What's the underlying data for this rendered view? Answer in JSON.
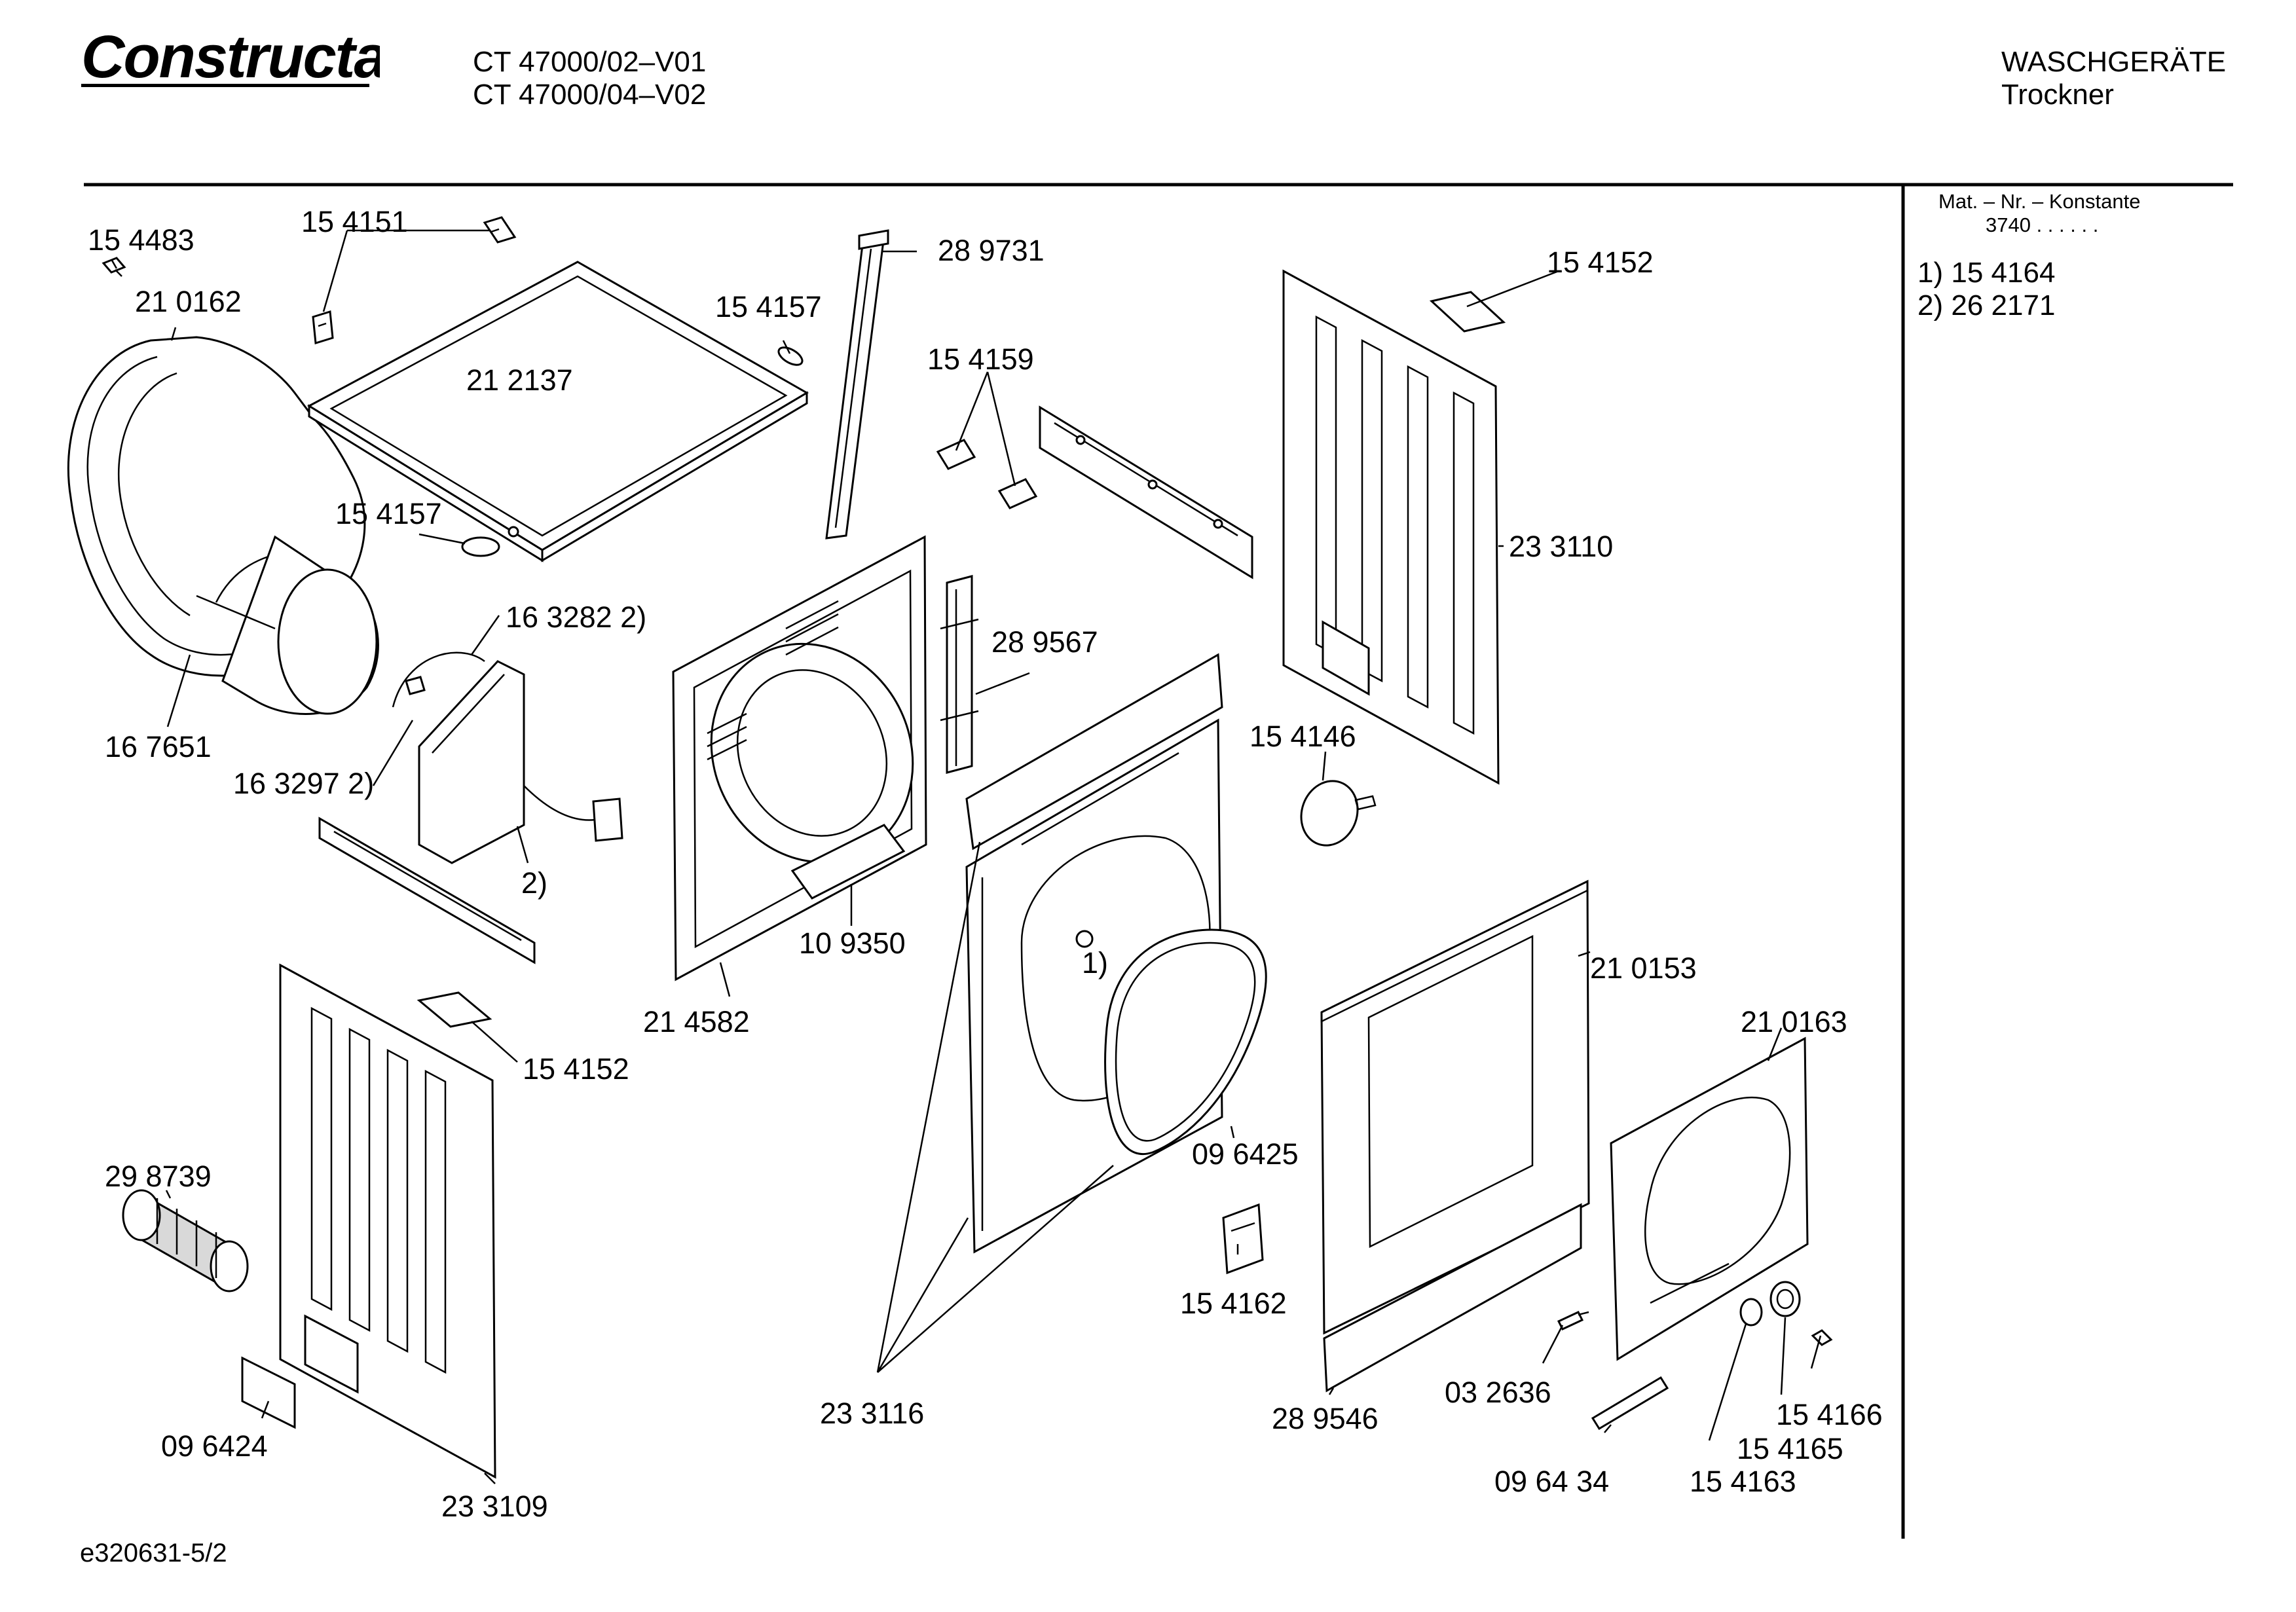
{
  "header": {
    "brand": "Constructa",
    "model_line_1": "CT 47000/02–V01",
    "model_line_2": "CT 47000/04–V02",
    "category": "WASCHGERÄTE",
    "subcategory": "Trockner"
  },
  "sidebar": {
    "mat_nr_label": "Mat. – Nr. – Konstante",
    "mat_nr_value": "3740 . . . . . .",
    "notes": [
      {
        "key": "1)",
        "value": "15 4164"
      },
      {
        "key": "2)",
        "value": "26 2171"
      }
    ]
  },
  "footer": {
    "doc_id": "e320631-5/2"
  },
  "labels": {
    "p154483": "15 4483",
    "p154151": "15 4151",
    "p210162": "21 0162",
    "p212137": "21 2137",
    "p154157a": "15 4157",
    "p154157b": "15 4157",
    "p289731": "28 9731",
    "p154159": "15 4159",
    "p154152a": "15 4152",
    "p233110": "23 3110",
    "p1632822": "16 3282 2)",
    "p167651": "16 7651",
    "p1632972": "16 3297 2)",
    "p2a": "2)",
    "p289567": "28 9567",
    "p154146": "15 4146",
    "p109350": "10 9350",
    "p214582": "21 4582",
    "p1a": "1)",
    "p154152b": "15 4152",
    "p210153": "21 0153",
    "p210163": "21 0163",
    "p096425": "09 6425",
    "p298739": "29 8739",
    "p154162": "15 4162",
    "p032636": "03 2636",
    "p154166": "15 4166",
    "p154165": "15 4165",
    "p096424": "09 6424",
    "p233116": "23 3116",
    "p289546": "28 9546",
    "p096434": "09 64 34",
    "p154163": "15 4163",
    "p233109": "23 3109"
  }
}
